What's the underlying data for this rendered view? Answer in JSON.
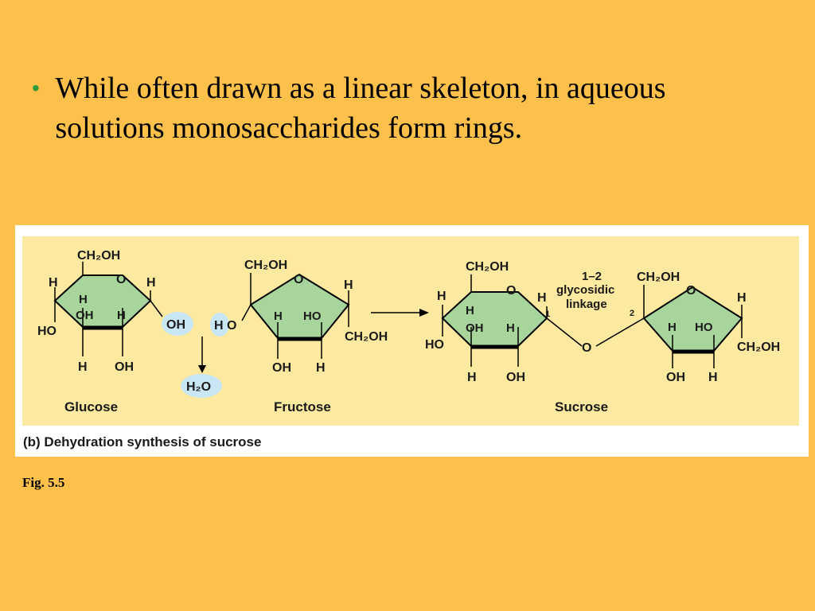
{
  "slide": {
    "bullet": "While often drawn as a linear skeleton, in aqueous solutions monosaccharides form rings.",
    "figure_caption": "(b) Dehydration synthesis of sucrose",
    "fig_label": "Fig. 5.5"
  },
  "diagram": {
    "glucose": {
      "name": "Glucose",
      "ch2oh": "CH₂OH",
      "o": "O",
      "h_left": "H",
      "h_right": "H",
      "h_inner": "H",
      "oh_inner": "OH",
      "h_inner2": "H",
      "ho_left": "HO",
      "h_bottom": "H",
      "oh_bottom": "OH",
      "oh_highlight": "OH"
    },
    "fructose": {
      "name": "Fructose",
      "ch2oh_top": "CH₂OH",
      "o": "O",
      "h_highlight": "H",
      "o_left": "O",
      "h_right": "H",
      "h_inner": "H",
      "ho_inner": "HO",
      "ch2oh_right": "CH₂OH",
      "oh_bottom": "OH",
      "h_bottom": "H"
    },
    "water": "H₂O",
    "sucrose": {
      "name": "Sucrose",
      "ch2oh_left": "CH₂OH",
      "o_left": "O",
      "h_left": "H",
      "h_right": "H",
      "h_inner": "H",
      "oh_inner": "OH",
      "h_inner2": "H",
      "ho_left": "HO",
      "h_bottom": "H",
      "oh_bottom": "OH",
      "num1": "1",
      "linkage_1": "1–2",
      "linkage_2": "glycosidic",
      "linkage_3": "linkage",
      "num2": "2",
      "o_bridge": "O",
      "ch2oh_top": "CH₂OH",
      "o_right": "O",
      "h_far_right": "H",
      "h_inner_r": "H",
      "ho_inner_r": "HO",
      "ch2oh_right": "CH₂OH",
      "oh_bottom_r": "OH",
      "h_bottom_r": "H"
    },
    "colors": {
      "panel": "#fde9a0",
      "ring_fill": "#a8d59c",
      "highlight": "#c9e6f4",
      "slide_bg": "#fdc04a",
      "bullet": "#2f9a3b"
    }
  }
}
